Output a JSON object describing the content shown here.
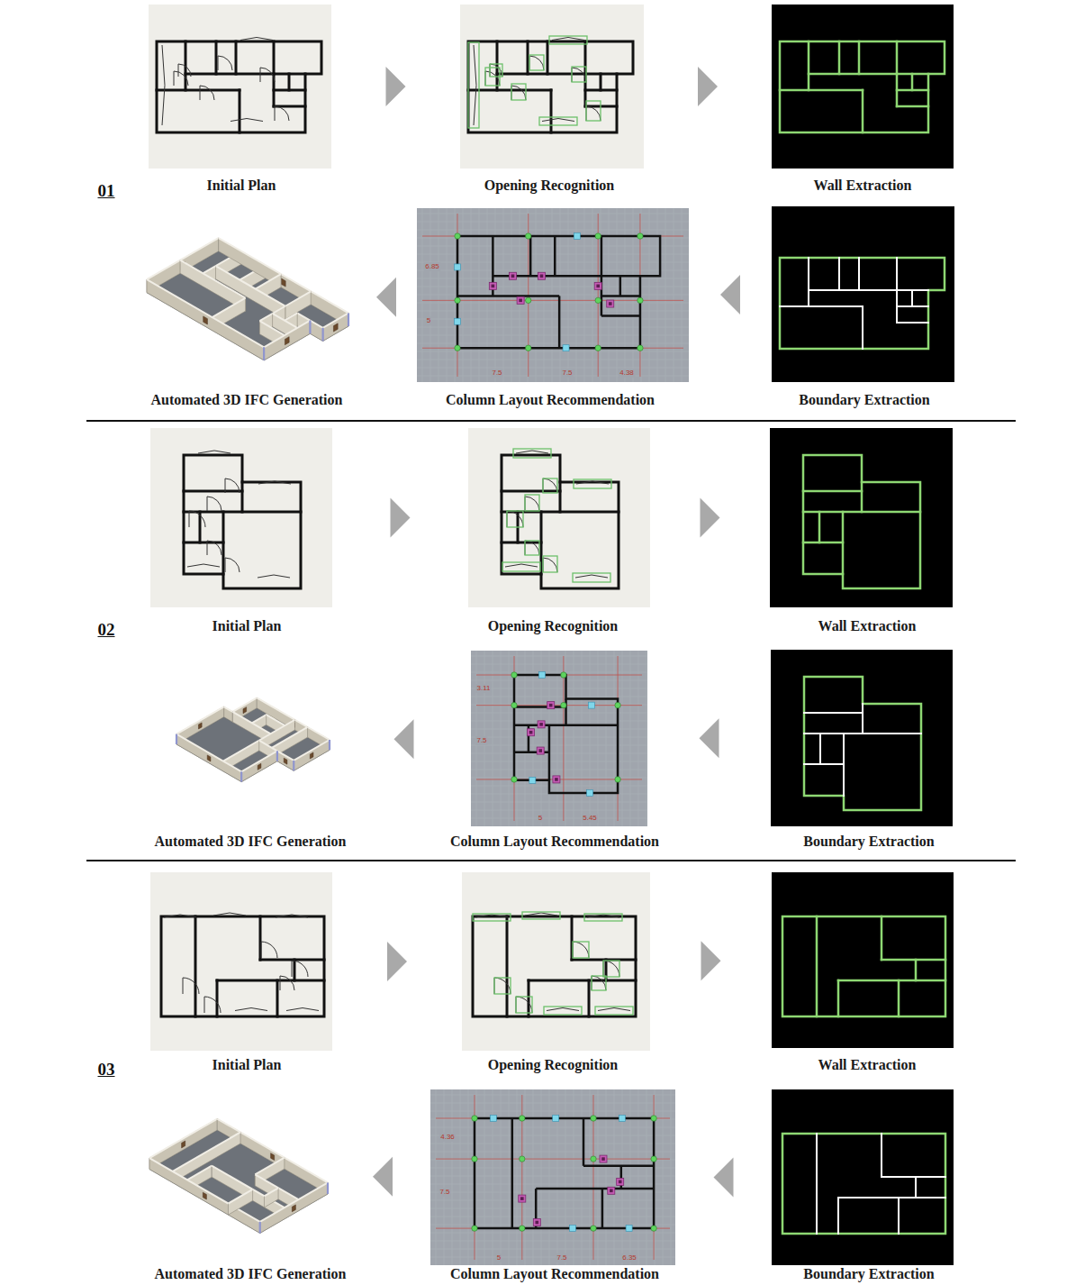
{
  "diagram": {
    "nodes": [
      {
        "text": [
          "Initial Plan"
        ]
      },
      {
        "text": [
          "Opening Recognition"
        ]
      },
      {
        "text": [
          "Wall Extraction"
        ]
      },
      {
        "text": [
          "Automated 3D IFC Generation"
        ]
      },
      {
        "text": [
          "Column Layout Recommendation"
        ]
      },
      {
        "text": [
          "Boundary Extraction"
        ]
      },
      {
        "text": [
          "Initial Plan"
        ]
      },
      {
        "text": [
          "Opening Recognition"
        ]
      },
      {
        "text": [
          "Wall Extraction"
        ]
      },
      {
        "text": [
          "Automated 3D IFC Generation"
        ]
      },
      {
        "text": [
          "Column Layout Recommendation"
        ]
      },
      {
        "text": [
          "Boundary Extraction"
        ]
      },
      {
        "text": [
          "Initial Plan"
        ]
      },
      {
        "text": [
          "Opening Recognition"
        ]
      },
      {
        "text": [
          "Wall Extraction"
        ]
      },
      {
        "text": [
          "Automated 3D IFC Generation"
        ]
      },
      {
        "text": [
          "Column Layout Recommendation"
        ]
      },
      {
        "text": [
          "Boundary Extraction"
        ]
      }
    ],
    "edges": [
      {
        "from": 0,
        "to": 1,
        "arrow": "to"
      },
      {
        "from": 1,
        "to": 2,
        "arrow": "to"
      },
      {
        "from": 5,
        "to": 4,
        "arrow": "to"
      },
      {
        "from": 4,
        "to": 3,
        "arrow": "to"
      },
      {
        "from": 6,
        "to": 7,
        "arrow": "to"
      },
      {
        "from": 7,
        "to": 8,
        "arrow": "to"
      },
      {
        "from": 11,
        "to": 10,
        "arrow": "to"
      },
      {
        "from": 10,
        "to": 9,
        "arrow": "to"
      },
      {
        "from": 12,
        "to": 13,
        "arrow": "to"
      },
      {
        "from": 13,
        "to": 14,
        "arrow": "to"
      },
      {
        "from": 17,
        "to": 16,
        "arrow": "to"
      },
      {
        "from": 16,
        "to": 15,
        "arrow": "to"
      }
    ],
    "labels": [
      "01",
      "6.85",
      "5",
      "7.5",
      "7.5",
      "4.38",
      "02",
      "3.11",
      "7.5",
      "5",
      "5.45",
      "03",
      "4.36",
      "7.5",
      "5",
      "7.5",
      "6.35"
    ]
  }
}
